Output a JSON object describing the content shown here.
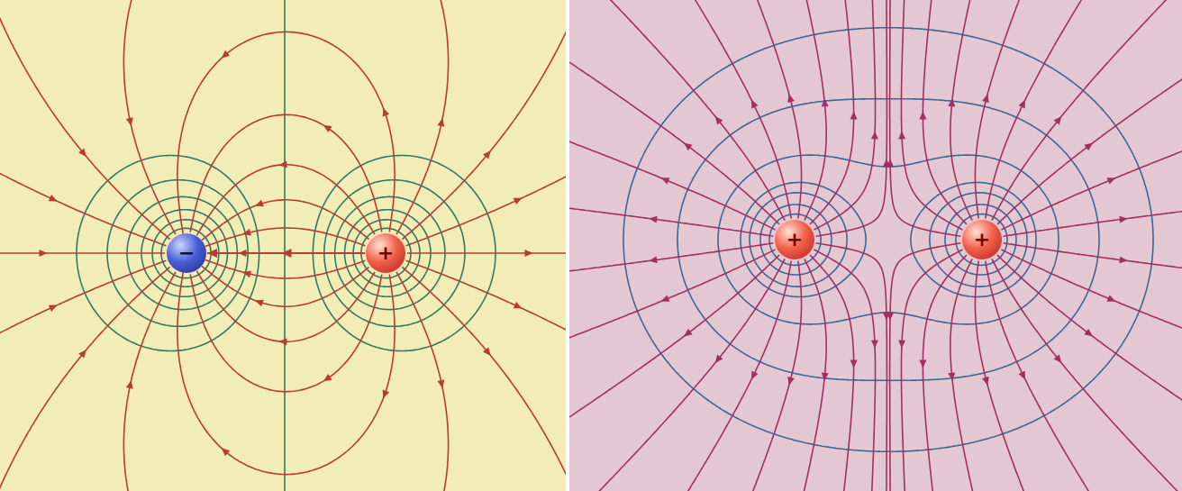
{
  "diagram": {
    "nodes": [
      {
        "text": [
          "−"
        ]
      },
      {
        "text": [
          "+"
        ]
      },
      {
        "text": [
          "+"
        ]
      },
      {
        "text": [
          "+"
        ]
      }
    ],
    "edges": [
      {
        "from": 1,
        "to": 0,
        "arrow": "to"
      }
    ]
  }
}
